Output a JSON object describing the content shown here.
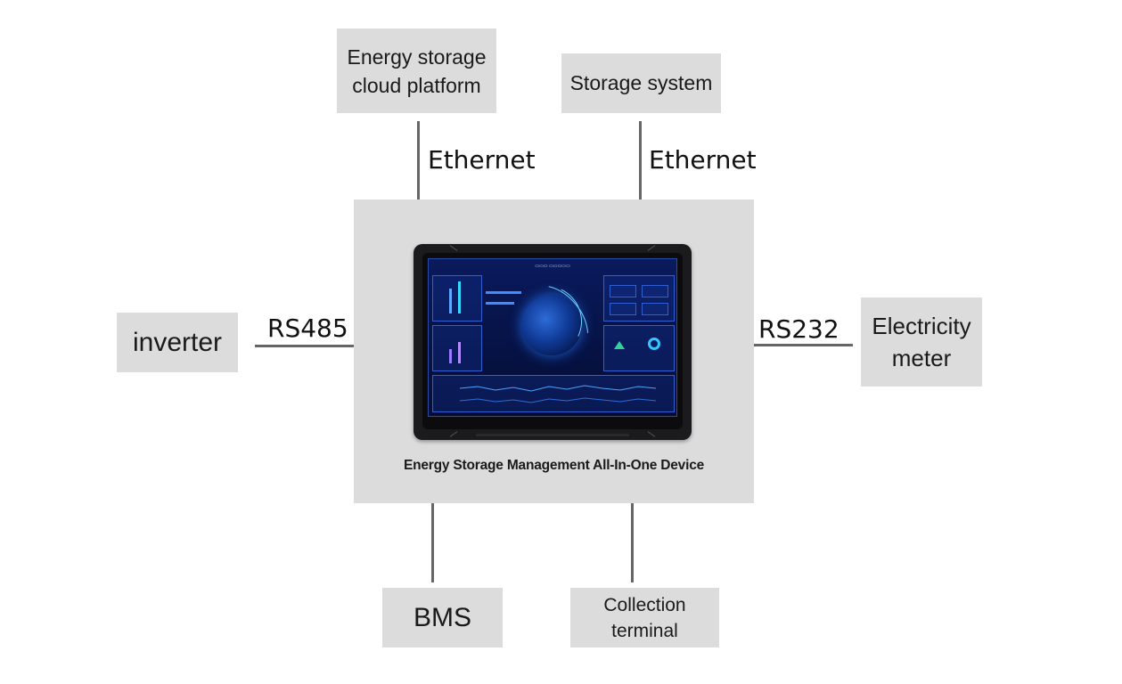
{
  "nodes": {
    "cloud_platform": "Energy storage\ncloud platform",
    "storage_system": "Storage system",
    "inverter": "inverter",
    "electricity_meter": "Electricity\nmeter",
    "bms": "BMS",
    "collection_terminal": "Collection\nterminal"
  },
  "device": {
    "caption": "Energy Storage Management All-In-One Device"
  },
  "edges": {
    "cloud_link": "Ethernet",
    "storage_link": "Ethernet",
    "inverter_link": "RS485",
    "meter_link": "RS232"
  },
  "colors": {
    "node_fill": "#dcdcdc",
    "connector": "#666666",
    "screen_blue": "#0a1a5c"
  }
}
